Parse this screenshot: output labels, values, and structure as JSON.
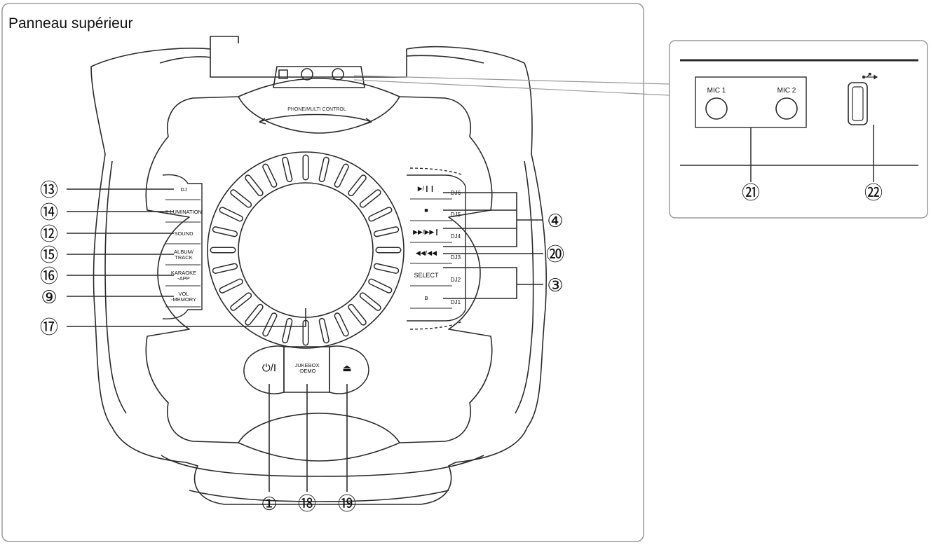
{
  "panel": {
    "title": "Panneau supérieur",
    "knob_label": "PHONE/MULTI CONTROL"
  },
  "left_buttons": [
    {
      "label": "DJ",
      "callout": "⑬"
    },
    {
      "label": "ILLUMINATION",
      "callout": "⑭"
    },
    {
      "label": "SOUND",
      "callout": "⑫"
    },
    {
      "label": "ALBUM/\nTRACK",
      "callout": "⑮"
    },
    {
      "label": "KARAOKE\n-APP",
      "callout": "⑯"
    },
    {
      "label": "VOL\n-MEMORY",
      "callout": "⑨"
    }
  ],
  "right_buttons": [
    {
      "label": "▶/❙❙",
      "dj": "DJ6"
    },
    {
      "label": "■",
      "dj": "DJ5"
    },
    {
      "label": "▶▶/▶▶❙",
      "dj": "DJ4"
    },
    {
      "label": "◀◀/◀◀",
      "dj": "DJ3"
    },
    {
      "label": "SELECT",
      "dj": "DJ2"
    },
    {
      "label": "ʙ",
      "dj": "DJ1"
    }
  ],
  "right_callouts": {
    "play_stop_ff": "④",
    "rew": "⑳",
    "select_bt": "③"
  },
  "knob_callout": "⑰",
  "bottom_buttons": [
    {
      "label": "⏻/I",
      "callout": "①"
    },
    {
      "label": "JUKEBOX\n-DEMO",
      "callout": "⑱"
    },
    {
      "label": "⏏",
      "callout": "⑲"
    }
  ],
  "detail": {
    "mic1": "MIC 1",
    "mic2": "MIC 2",
    "mic_callout": "㉑",
    "usb_callout": "㉒",
    "usb_icon": "usb-icon"
  },
  "colors": {
    "line": "#2a2a2a",
    "frame": "#9a9a9a",
    "bg": "#ffffff"
  }
}
